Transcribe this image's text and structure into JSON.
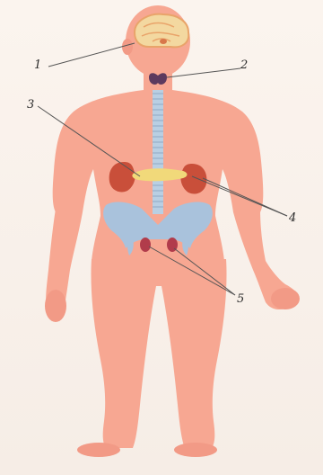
{
  "labels": [
    {
      "id": "label-1",
      "text": "1"
    },
    {
      "id": "label-2",
      "text": "2"
    },
    {
      "id": "label-3",
      "text": "3"
    },
    {
      "id": "label-4",
      "text": "4"
    },
    {
      "id": "label-5",
      "text": "5"
    }
  ],
  "organs": [
    {
      "name": "brain-with-pituitary",
      "number": "1"
    },
    {
      "name": "thyroid-gland",
      "number": "2"
    },
    {
      "name": "pancreas",
      "number": "3"
    },
    {
      "name": "adrenal-kidneys",
      "number": "4"
    },
    {
      "name": "gonads",
      "number": "5"
    }
  ],
  "colors": {
    "skin": "#f7a792",
    "skin_shade": "#f29a86",
    "spine": "#b9cfe3",
    "pelvis": "#a9c2dc",
    "brain": "#f3d8a0",
    "brain_outline": "#e9a46a",
    "thyroid": "#5c3a5e",
    "kidney": "#c94f3a",
    "pancreas": "#f1d97a",
    "gonad": "#b13c4b",
    "leader_line": "#555555"
  }
}
